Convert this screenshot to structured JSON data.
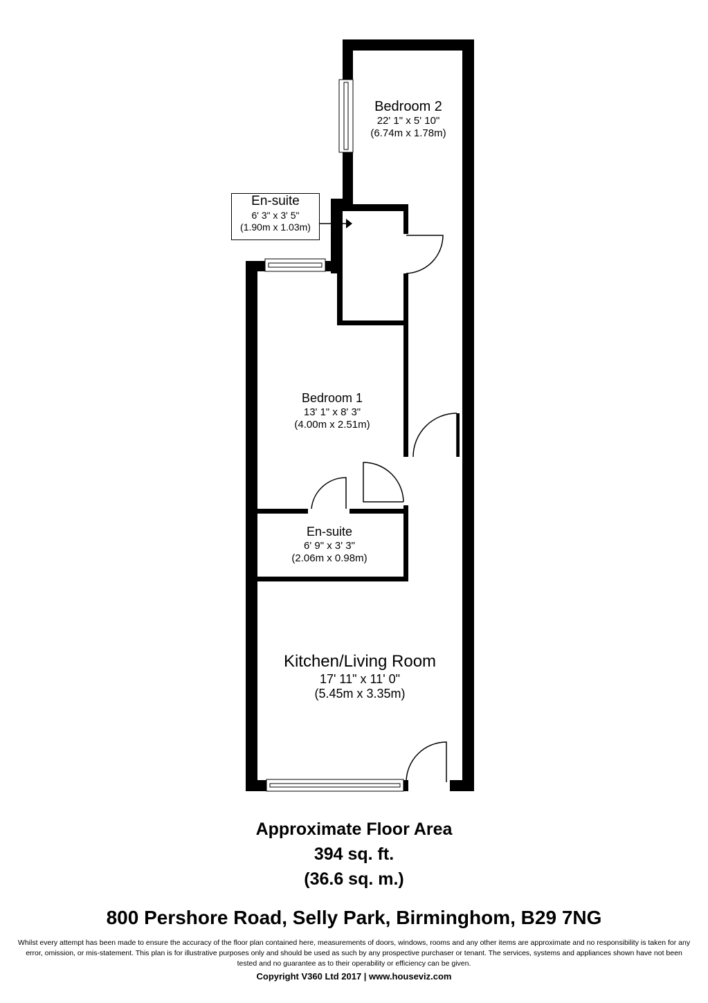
{
  "rooms": [
    {
      "name": "Bedroom 2",
      "imperial": "22' 1\" x 5' 10\"",
      "metric": "(6.74m x 1.78m)"
    },
    {
      "name": "En-suite",
      "imperial": "6' 3\" x 3' 5\"",
      "metric": "(1.90m x 1.03m)"
    },
    {
      "name": "Bedroom 1",
      "imperial": "13' 1\" x 8' 3\"",
      "metric": "(4.00m x 2.51m)"
    },
    {
      "name": "En-suite",
      "imperial": "6' 9\" x 3' 3\"",
      "metric": "(2.06m x 0.98m)"
    },
    {
      "name": "Kitchen/Living Room",
      "imperial": "17' 11\" x 11' 0\"",
      "metric": "(5.45m x 3.35m)"
    }
  ],
  "floor_area": {
    "title": "Approximate Floor Area",
    "imperial": "394 sq. ft.",
    "metric": "(36.6 sq. m.)"
  },
  "address": "800 Pershore Road, Selly Park, Birminghom, B29 7NG",
  "disclaimer": "Whilst every attempt has been made to ensure the accuracy of the floor plan contained here, measurements of doors, windows, rooms and any other items are approximate and no responsibility is taken for any error, omission, or mis-statement. This plan is for illustrative purposes only and should be used as such by any prospective purchaser or tenant. The services, systems and appliances shown have not been tested and no guarantee as to their operability or efficiency can be given.",
  "copyright": "Copyright V360 Ltd 2017 | www.houseviz.com"
}
